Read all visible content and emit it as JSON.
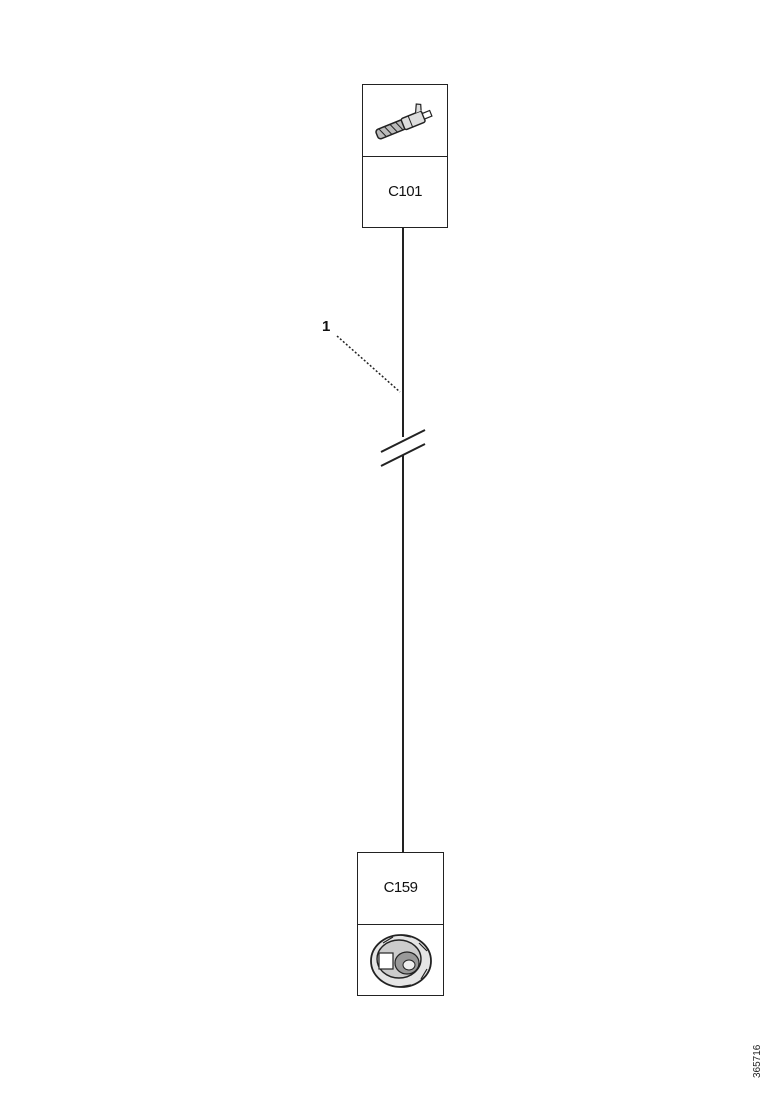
{
  "connectors": {
    "top": {
      "label": "C101",
      "icon": "wire-terminal-icon"
    },
    "bottom": {
      "label": "C159",
      "icon": "round-connector-icon"
    }
  },
  "wire": {
    "callout": "1",
    "break_marker": "wire-break-icon"
  },
  "doc_ref": "365716",
  "colors": {
    "line": "#222222",
    "background": "#ffffff"
  }
}
